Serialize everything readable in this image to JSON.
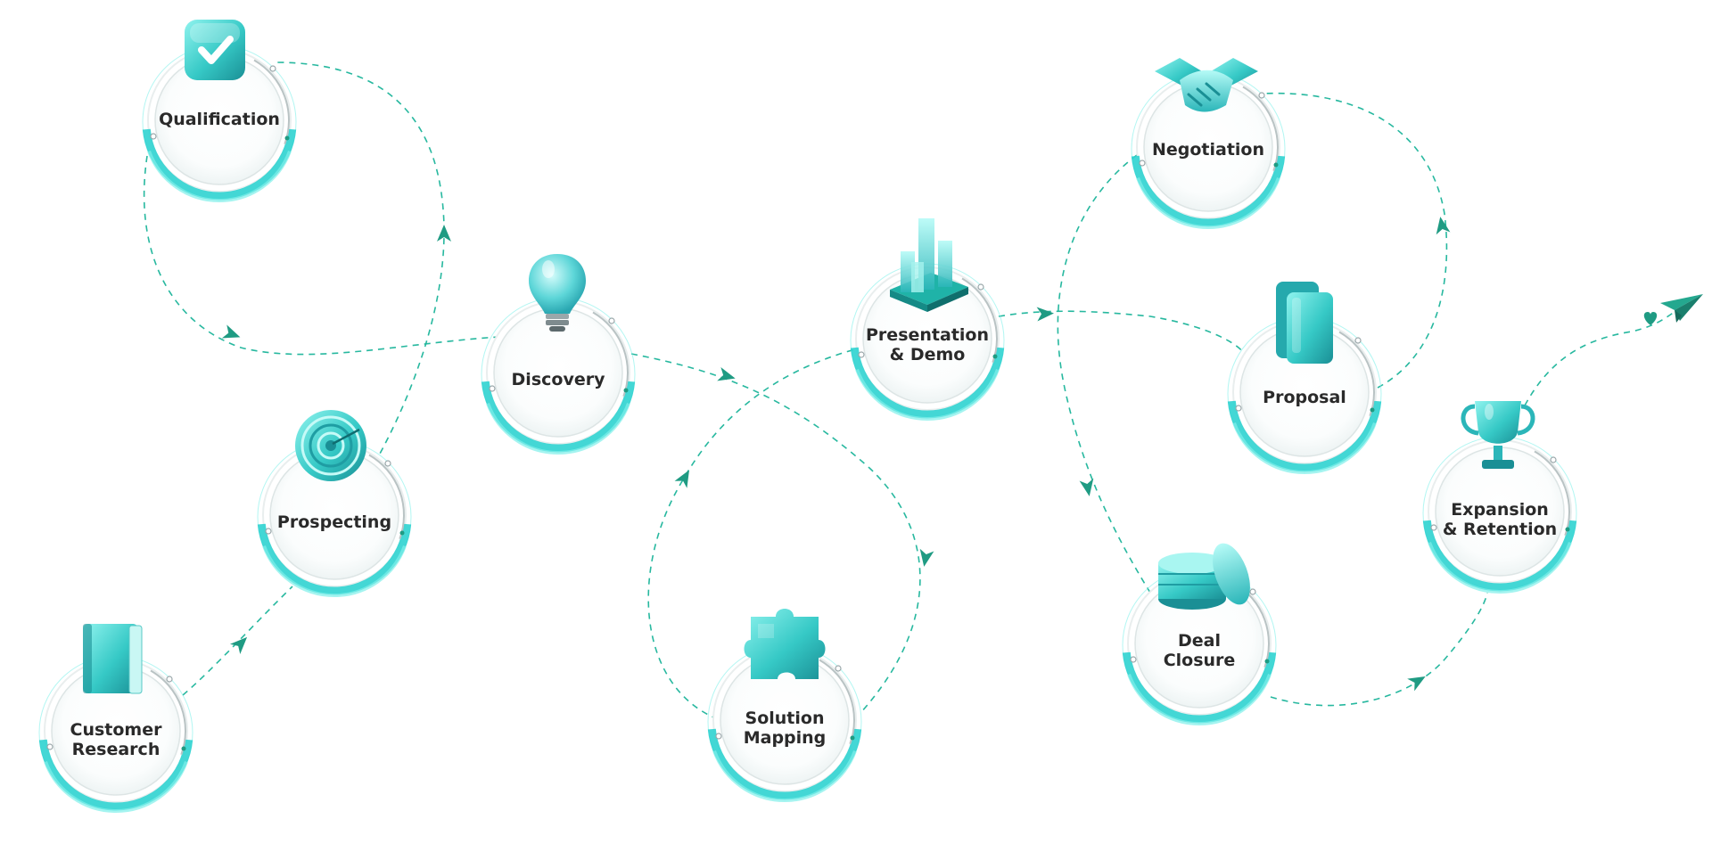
{
  "colors": {
    "accent": "#2fd3d0",
    "accent_light": "#7ff0ea",
    "path": "#27b89f",
    "arrow": "#1f9b83",
    "label": "#2a2a2a"
  },
  "stages": [
    {
      "id": "customer-research",
      "line1": "Customer",
      "line2": "Research",
      "icon": "book-icon"
    },
    {
      "id": "prospecting",
      "line1": "Prospecting",
      "line2": "",
      "icon": "target-icon"
    },
    {
      "id": "qualification",
      "line1": "Qualification",
      "line2": "",
      "icon": "checkmark-icon"
    },
    {
      "id": "discovery",
      "line1": "Discovery",
      "line2": "",
      "icon": "lightbulb-icon"
    },
    {
      "id": "solution-mapping",
      "line1": "Solution",
      "line2": "Mapping",
      "icon": "puzzle-icon"
    },
    {
      "id": "presentation-demo",
      "line1": "Presentation",
      "line2": "& Demo",
      "icon": "bar-chart-icon"
    },
    {
      "id": "negotiation",
      "line1": "Negotiation",
      "line2": "",
      "icon": "handshake-icon"
    },
    {
      "id": "proposal",
      "line1": "Proposal",
      "line2": "",
      "icon": "folder-icon"
    },
    {
      "id": "deal-closure",
      "line1": "Deal",
      "line2": "Closure",
      "icon": "coins-icon"
    },
    {
      "id": "expansion-retention",
      "line1": "Expansion",
      "line2": "& Retention",
      "icon": "trophy-icon"
    }
  ],
  "end_icons": [
    "heart-icon",
    "paper-plane-icon"
  ]
}
